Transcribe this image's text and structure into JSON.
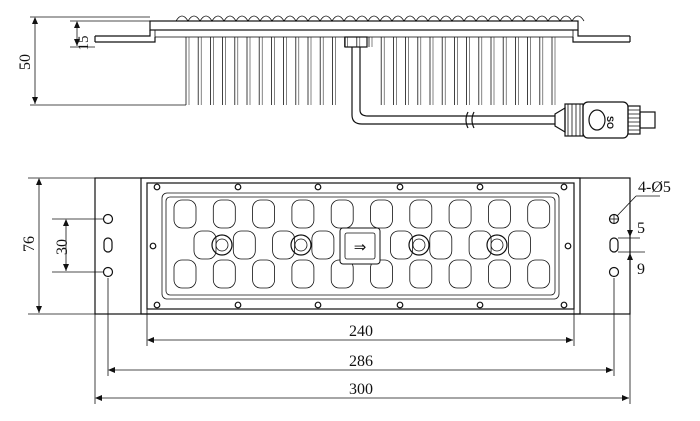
{
  "dimensions": {
    "side_height_total": "50",
    "side_height_top": "15",
    "front_height": "76",
    "hole_spacing": "30",
    "width_inner": "240",
    "width_mounting": "286",
    "width_total": "300",
    "hole_callout": "4-Ø5",
    "slot_width": "5",
    "slot_length": "9"
  },
  "connector_mark": "SO",
  "arrow_glyph": "⇒"
}
